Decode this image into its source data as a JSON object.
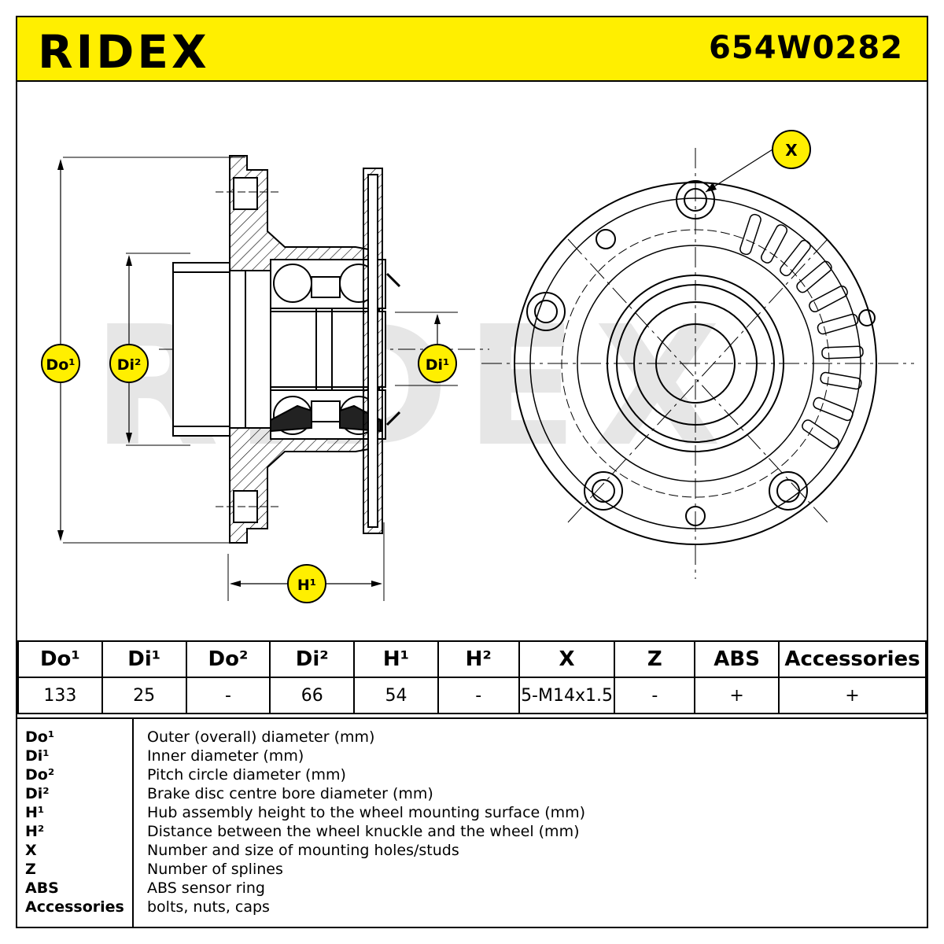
{
  "header": {
    "brand": "RIDEX",
    "part_number": "654W0282",
    "bg_color": "#ffef00"
  },
  "drawing": {
    "labels": {
      "do1": "Do¹",
      "di2": "Di²",
      "di1": "Di¹",
      "h1": "H¹",
      "x": "X"
    },
    "watermark": "RIDEX"
  },
  "spec_table": {
    "headers": [
      "Do¹",
      "Di¹",
      "Do²",
      "Di²",
      "H¹",
      "H²",
      "X",
      "Z",
      "ABS",
      "Accessories"
    ],
    "values": [
      "133",
      "25",
      "-",
      "66",
      "54",
      "-",
      "5-M14x1.5",
      "-",
      "+",
      "+"
    ]
  },
  "legend": [
    {
      "key": "Do¹",
      "desc": "Outer (overall) diameter (mm)"
    },
    {
      "key": "Di¹",
      "desc": "Inner diameter (mm)"
    },
    {
      "key": "Do²",
      "desc": "Pitch circle diameter (mm)"
    },
    {
      "key": "Di²",
      "desc": "Brake disc centre bore diameter (mm)"
    },
    {
      "key": "H¹",
      "desc": "Hub assembly height to the wheel mounting surface (mm)"
    },
    {
      "key": "H²",
      "desc": "Distance between the wheel knuckle and the wheel (mm)"
    },
    {
      "key": "X",
      "desc": "Number and size of mounting holes/studs"
    },
    {
      "key": "Z",
      "desc": "Number of splines"
    },
    {
      "key": "ABS",
      "desc": "ABS sensor ring"
    },
    {
      "key": "Accessories",
      "desc": "bolts, nuts, caps"
    }
  ]
}
